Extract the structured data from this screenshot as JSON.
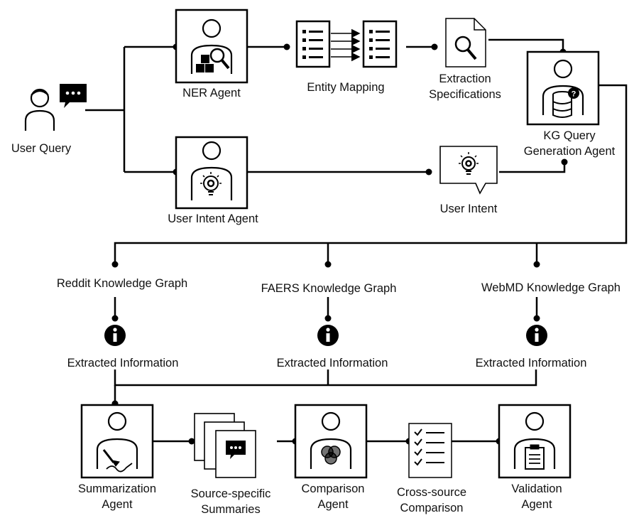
{
  "user_query": {
    "label": "User Query"
  },
  "ner_agent": {
    "label": "NER Agent"
  },
  "entity_mapping": {
    "label": "Entity Mapping"
  },
  "extraction_specifications": {
    "label_line1": "Extraction",
    "label_line2": "Specifications"
  },
  "kg_query_agent": {
    "label_line1": "KG Query",
    "label_line2": "Generation Agent"
  },
  "user_intent_agent": {
    "label": "User Intent Agent"
  },
  "user_intent": {
    "label": "User Intent"
  },
  "knowledge_graphs": [
    {
      "label": "Reddit  Knowledge Graph",
      "info_label": "Extracted Information"
    },
    {
      "label": "FAERS Knowledge Graph",
      "info_label": "Extracted Information"
    },
    {
      "label": "WebMD Knowledge Graph",
      "info_label": "Extracted Information"
    }
  ],
  "summarization_agent": {
    "label_line1": "Summarization",
    "label_line2": "Agent"
  },
  "source_summaries": {
    "label_line1": "Source-specific",
    "label_line2": "Summaries"
  },
  "comparison_agent": {
    "label_line1": "Comparison",
    "label_line2": "Agent"
  },
  "cross_source_comparison": {
    "label_line1": "Cross-source",
    "label_line2": "Comparison"
  },
  "validation_agent": {
    "label_line1": "Validation",
    "label_line2": "Agent"
  }
}
